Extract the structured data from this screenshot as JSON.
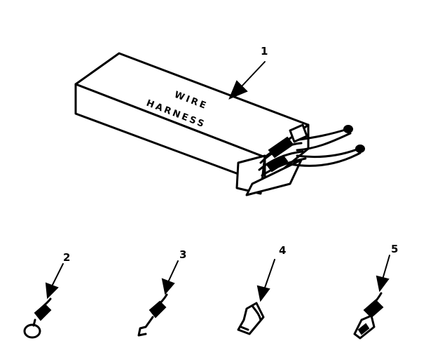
{
  "diagram": {
    "box_label_line1": "WIRE",
    "box_label_line2": "HARNESS",
    "callouts": [
      {
        "id": "1",
        "label": "1"
      },
      {
        "id": "2",
        "label": "2"
      },
      {
        "id": "3",
        "label": "3"
      },
      {
        "id": "4",
        "label": "4"
      },
      {
        "id": "5",
        "label": "5"
      }
    ]
  }
}
